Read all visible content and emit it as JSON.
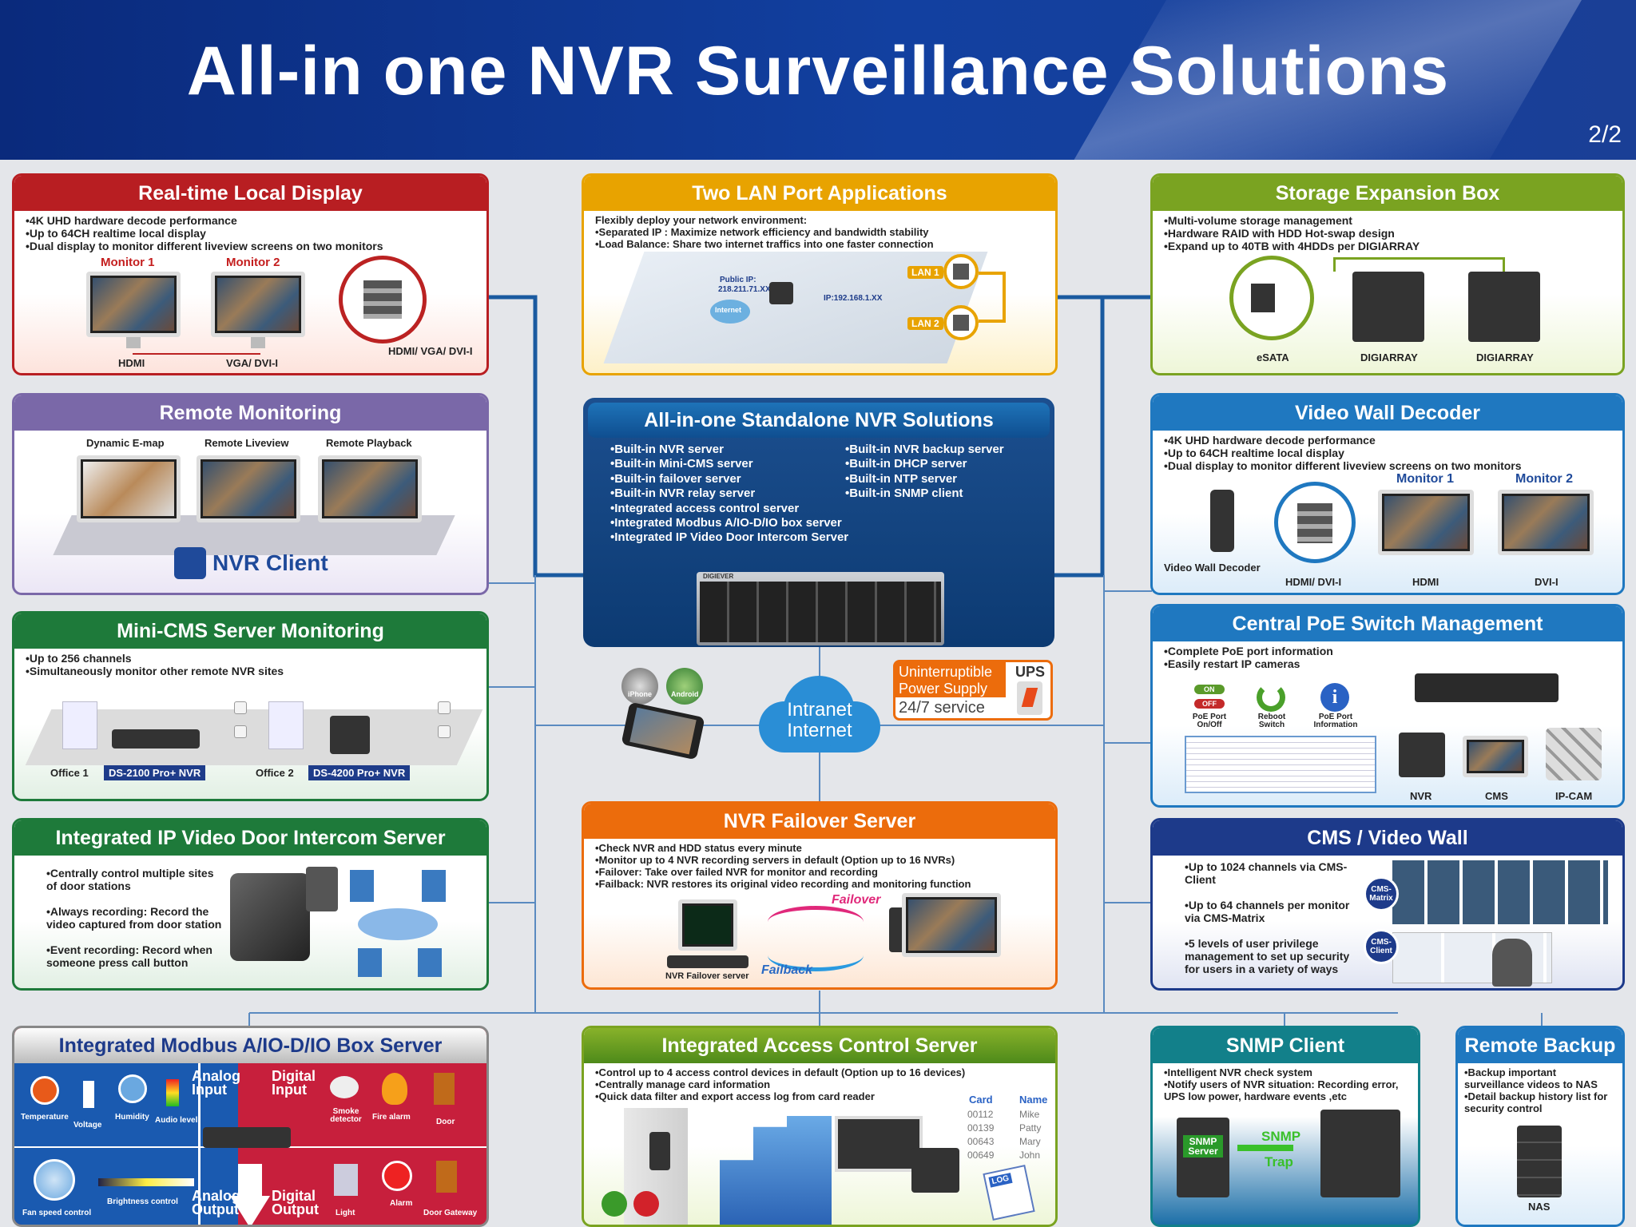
{
  "header": {
    "title": "All-in one NVR Surveillance Solutions",
    "page": "2/2"
  },
  "colors": {
    "red": "#b81e22",
    "yellow": "#e8a300",
    "green": "#7aa321",
    "purple": "#7a68a8",
    "blue": "#1f78c0",
    "darkgreen": "#1e7a3a",
    "orange": "#ec6c0c",
    "navy": "#1d3a8a",
    "teal": "#12808a"
  },
  "realtime": {
    "title": "Real-time Local Display",
    "bullets": [
      "•4K UHD hardware decode performance",
      "•Up to 64CH realtime local display",
      "•Dual display to monitor different liveview screens on two monitors"
    ],
    "monitor1": "Monitor 1",
    "monitor2": "Monitor 2",
    "hdmi": "HDMI",
    "vga": "VGA/ DVI-I",
    "ports": "HDMI/ VGA/ DVI-I"
  },
  "twolan": {
    "title": "Two LAN Port Applications",
    "intro": "Flexibly deploy your network environment:",
    "bullets": [
      "•Separated IP : Maximize network efficiency and bandwidth stability",
      "•Load Balance: Share two internet traffics into one faster connection"
    ],
    "public_ip": "Public IP:",
    "public_ip_val": "218.211.71.XX",
    "internet": "Internet",
    "ip": "IP:192.168.1.XX",
    "lan1": "LAN 1",
    "lan2": "LAN 2"
  },
  "storage": {
    "title": "Storage Expansion Box",
    "bullets": [
      "•Multi-volume storage management",
      "•Hardware RAID with HDD Hot-swap design",
      "•Expand up to 40TB with 4HDDs per DIGIARRAY"
    ],
    "esata": "eSATA",
    "da1": "DIGIARRAY",
    "da2": "DIGIARRAY"
  },
  "remote": {
    "title": "Remote Monitoring",
    "labels": [
      "Dynamic E-map",
      "Remote Liveview",
      "Remote Playback"
    ],
    "client": "NVR Client"
  },
  "center": {
    "title": "All-in-one Standalone NVR Solutions",
    "left": [
      "•Built-in NVR server",
      "•Built-in Mini-CMS server",
      "•Built-in failover server",
      "•Built-in NVR relay server",
      "•Integrated access control server",
      "•Integrated Modbus A/IO-D/IO box server",
      "•Integrated IP Video Door Intercom Server"
    ],
    "right": [
      "•Built-in NVR backup server",
      "•Built-in DHCP server",
      "•Built-in NTP server",
      "•Built-in SNMP client"
    ],
    "brand": "DIGIEVER"
  },
  "videowall": {
    "title": "Video Wall Decoder",
    "bullets": [
      "•4K UHD hardware decode performance",
      "•Up to 64CH realtime local display",
      "•Dual display to monitor different liveview screens on two monitors"
    ],
    "decoder": "Video Wall Decoder",
    "monitor1": "Monitor 1",
    "monitor2": "Monitor 2",
    "hdmidvi": "HDMI/ DVI-I",
    "hdmi": "HDMI",
    "dvi": "DVI-I"
  },
  "minicms": {
    "title": "Mini-CMS Server Monitoring",
    "bullets": [
      "•Up to 256 channels",
      "•Simultaneously monitor other remote NVR sites"
    ],
    "office1": "Office 1",
    "nvr1": "DS-2100 Pro+ NVR",
    "office2": "Office 2",
    "nvr2": "DS-4200 Pro+ NVR"
  },
  "cloud": {
    "line1": "Intranet",
    "line2": "Internet",
    "iphone": "iPhone",
    "android": "Android"
  },
  "ups": {
    "line1": "Uninterruptible",
    "line2": "Power Supply",
    "service": "24/7 service",
    "label": "UPS"
  },
  "poe": {
    "title": "Central PoE Switch Management",
    "bullets": [
      "•Complete PoE port information",
      "•Easily restart IP cameras"
    ],
    "on": "ON",
    "off": "OFF",
    "onoff": "PoE Port On/Off",
    "reboot": "Reboot Switch",
    "info": "PoE Port Information",
    "nvr": "NVR",
    "cms": "CMS",
    "ipcam": "IP-CAM"
  },
  "intercom": {
    "title": "Integrated IP Video Door Intercom Server",
    "bullets": [
      "•Centrally control multiple sites of door stations",
      "•Always recording: Record the video captured from door station",
      "•Event recording: Record when someone press call button"
    ]
  },
  "failover": {
    "title": "NVR Failover Server",
    "bullets": [
      "•Check NVR and HDD status every minute",
      "•Monitor up to 4 NVR recording servers in default (Option up to 16 NVRs)",
      "•Failover: Take over failed NVR for monitor and recording",
      "•Failback: NVR restores its original video recording and monitoring function"
    ],
    "failover": "Failover",
    "failback": "Failback",
    "server": "NVR Failover server"
  },
  "cms": {
    "title": "CMS / Video Wall",
    "bullets": [
      "•Up to 1024 channels via CMS-Client",
      "•Up to 64 channels per monitor via CMS-Matrix",
      "•5 levels of user privilege management to set up security for users in a variety of ways"
    ],
    "matrix": "CMS-Matrix",
    "client": "CMS-Client"
  },
  "modbus": {
    "title": "Integrated Modbus A/IO-D/IO Box Server",
    "analog_input": "Analog Input",
    "digital_input": "Digital Input",
    "analog_output": "Analog Output",
    "digital_output": "Digital Output",
    "sensors": [
      "Temperature",
      "Voltage",
      "Humidity",
      "Audio level"
    ],
    "din": [
      "Smoke detector",
      "Fire alarm",
      "Door"
    ],
    "aout": [
      "Fan speed control",
      "Brightness control"
    ],
    "dout": [
      "Light",
      "Alarm",
      "Door Gateway"
    ]
  },
  "access": {
    "title": "Integrated Access Control Server",
    "bullets": [
      "•Control up to 4 access control devices in default (Option up to 16 devices)",
      "•Centrally manage card information",
      "•Quick data filter and export access log from card reader"
    ],
    "card_h": "Card",
    "name_h": "Name",
    "rows": [
      [
        "00112",
        "Mike"
      ],
      [
        "00139",
        "Patty"
      ],
      [
        "00643",
        "Mary"
      ],
      [
        "00649",
        "John"
      ]
    ],
    "log": "LOG"
  },
  "snmp": {
    "title": "SNMP Client",
    "bullets": [
      "•Intelligent NVR check system",
      "•Notify users of NVR situation: Recording error, UPS low power, hardware events ,etc"
    ],
    "server": "SNMP Server",
    "snmp": "SNMP",
    "trap": "Trap"
  },
  "backup": {
    "title": "Remote Backup",
    "bullets": [
      "•Backup important surveillance videos to NAS",
      "•Detail backup history list for security control"
    ],
    "nas": "NAS"
  }
}
